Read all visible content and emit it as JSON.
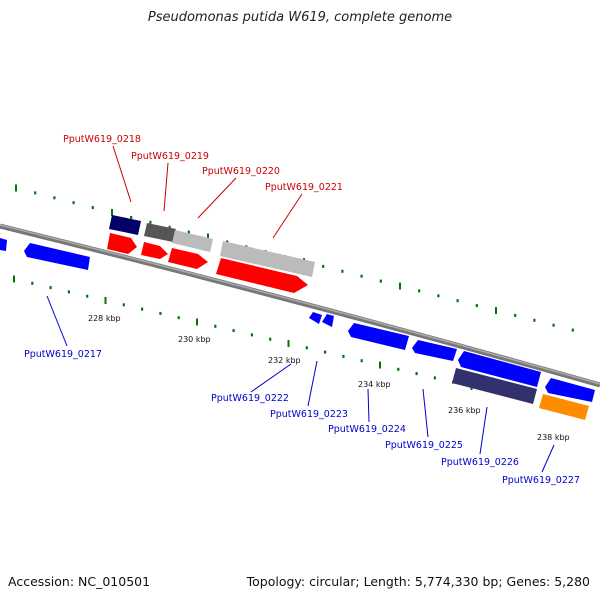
{
  "title": "Pseudomonas putida W619, complete genome",
  "footer": {
    "accession": "Accession: NC_010501",
    "summary": "Topology: circular; Length: 5,774,330 bp; Genes: 5,280"
  },
  "colors": {
    "forward_gene": "#ff0000",
    "reverse_gene": "#0000ff",
    "backbone": "#808080",
    "tick": "#007700",
    "forward_label": "#cc0000",
    "reverse_label": "#0000cc",
    "cog_navy": "#000066",
    "cog_dark_gray": "#555555",
    "cog_light_gray": "#bbbbbb",
    "cog_purple": "#33306e",
    "cog_orange": "#ff8c00"
  },
  "tick_labels": [
    "228 kbp",
    "230 kbp",
    "232 kbp",
    "234 kbp",
    "236 kbp",
    "238 kbp"
  ],
  "gene_labels": {
    "forward": [
      "PputW619_0218",
      "PputW619_0219",
      "PputW619_0220",
      "PputW619_0221"
    ],
    "reverse": [
      "PputW619_0217",
      "PputW619_0222",
      "PputW619_0223",
      "PputW619_0224",
      "PputW619_0225",
      "PputW619_0226",
      "PputW619_0227"
    ]
  }
}
